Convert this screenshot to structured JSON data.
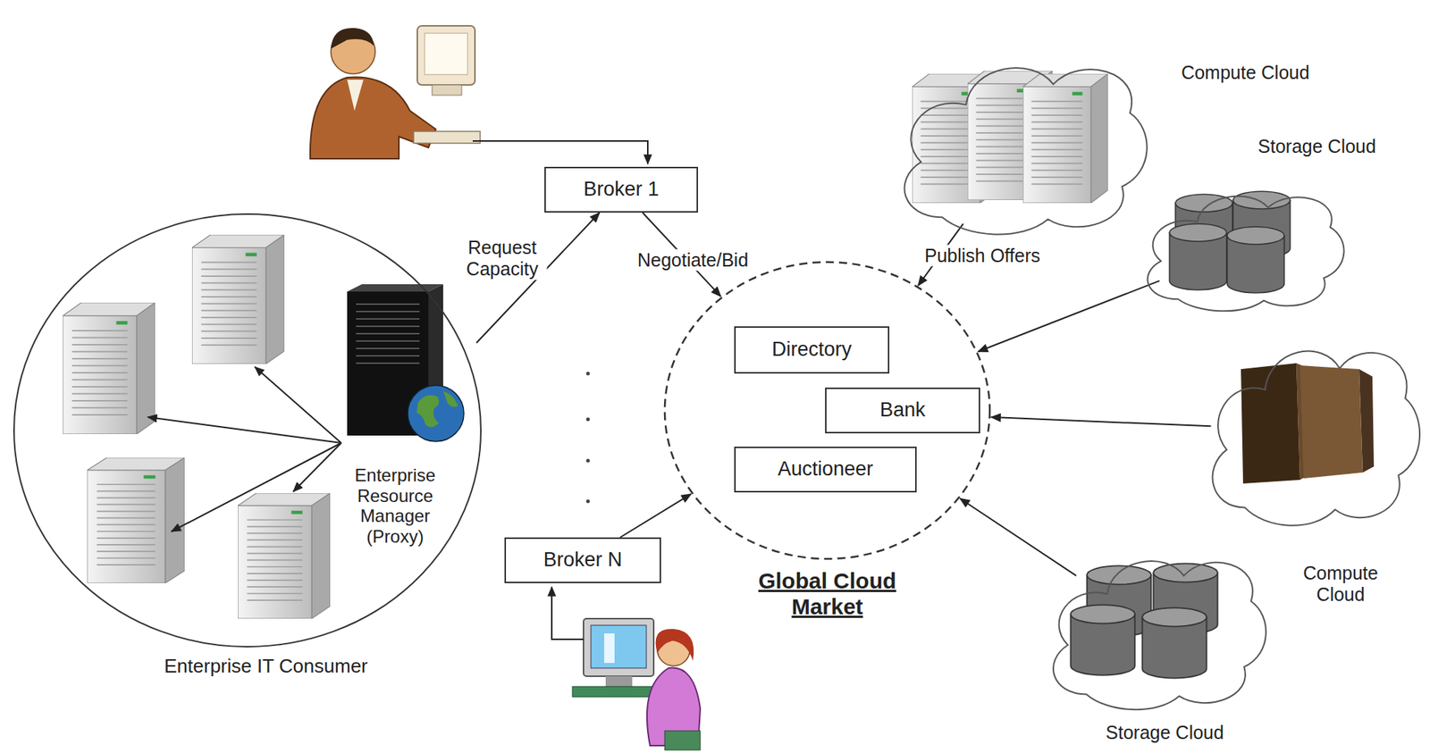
{
  "diagram": {
    "nodes": [
      {
        "text": [
          "Enterprise IT Consumer"
        ]
      },
      {
        "text": [
          "Enterprise Resource Manager (Proxy)"
        ],
        "in": 0
      },
      {
        "text": [
          "Broker 1"
        ]
      },
      {
        "text": [
          "Broker N"
        ]
      },
      {
        "text": [
          "Global Cloud Market"
        ]
      },
      {
        "text": [
          "Directory"
        ],
        "in": 4
      },
      {
        "text": [
          "Bank"
        ],
        "in": 4
      },
      {
        "text": [
          "Auctioneer"
        ],
        "in": 4
      },
      {
        "text": [
          "Compute Cloud"
        ]
      },
      {
        "text": [
          "Storage Cloud"
        ]
      },
      {
        "text": [
          "Compute Cloud"
        ]
      },
      {
        "text": [
          "Storage Cloud"
        ]
      }
    ],
    "edges": [
      {
        "from": 1,
        "to": 2,
        "label": "Request Capacity",
        "arrow": "to"
      },
      {
        "from": 2,
        "to": 4,
        "label": "Negotiate/Bid",
        "arrow": "to"
      },
      {
        "from": 3,
        "to": 4,
        "arrow": "to"
      },
      {
        "from": 8,
        "to": 4,
        "label": "Publish Offers",
        "arrow": "to"
      },
      {
        "from": 9,
        "to": 4,
        "arrow": "to"
      },
      {
        "from": 10,
        "to": 4,
        "arrow": "to"
      },
      {
        "from": 11,
        "to": 4,
        "arrow": "to"
      }
    ]
  }
}
